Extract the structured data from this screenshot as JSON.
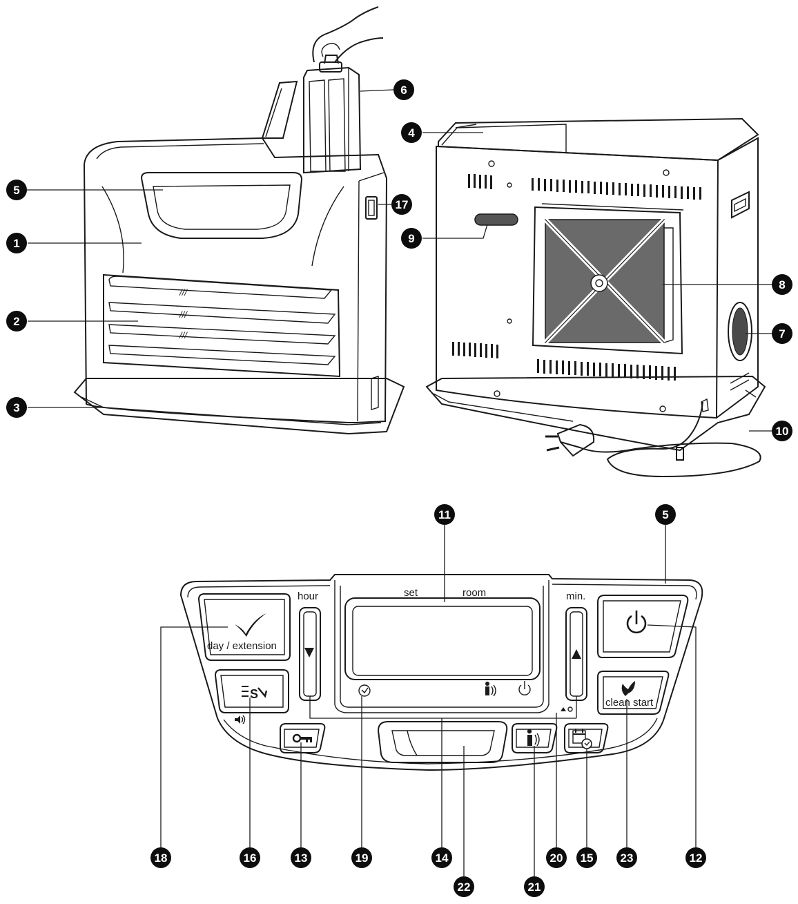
{
  "callouts_top": [
    "6",
    "4",
    "5",
    "17",
    "1",
    "9",
    "8",
    "2",
    "7",
    "3",
    "10"
  ],
  "callouts_panel": [
    "11",
    "5",
    "18",
    "16",
    "13",
    "19",
    "14",
    "20",
    "15",
    "23",
    "12",
    "22",
    "21"
  ],
  "panel": {
    "hour_label": "hour",
    "min_label": "min.",
    "set_label": "set",
    "room_label": "room",
    "day_extension_label": "day / extension",
    "clean_start_label": "clean start"
  },
  "icons": [
    "check-icon",
    "eco-mode-icon",
    "key-icon",
    "clock-icon",
    "presence-sensor-icon",
    "power-icon",
    "leaf-icon",
    "timer-program-icon",
    "arrow-down-icon",
    "arrow-up-icon",
    "sound-icon"
  ]
}
